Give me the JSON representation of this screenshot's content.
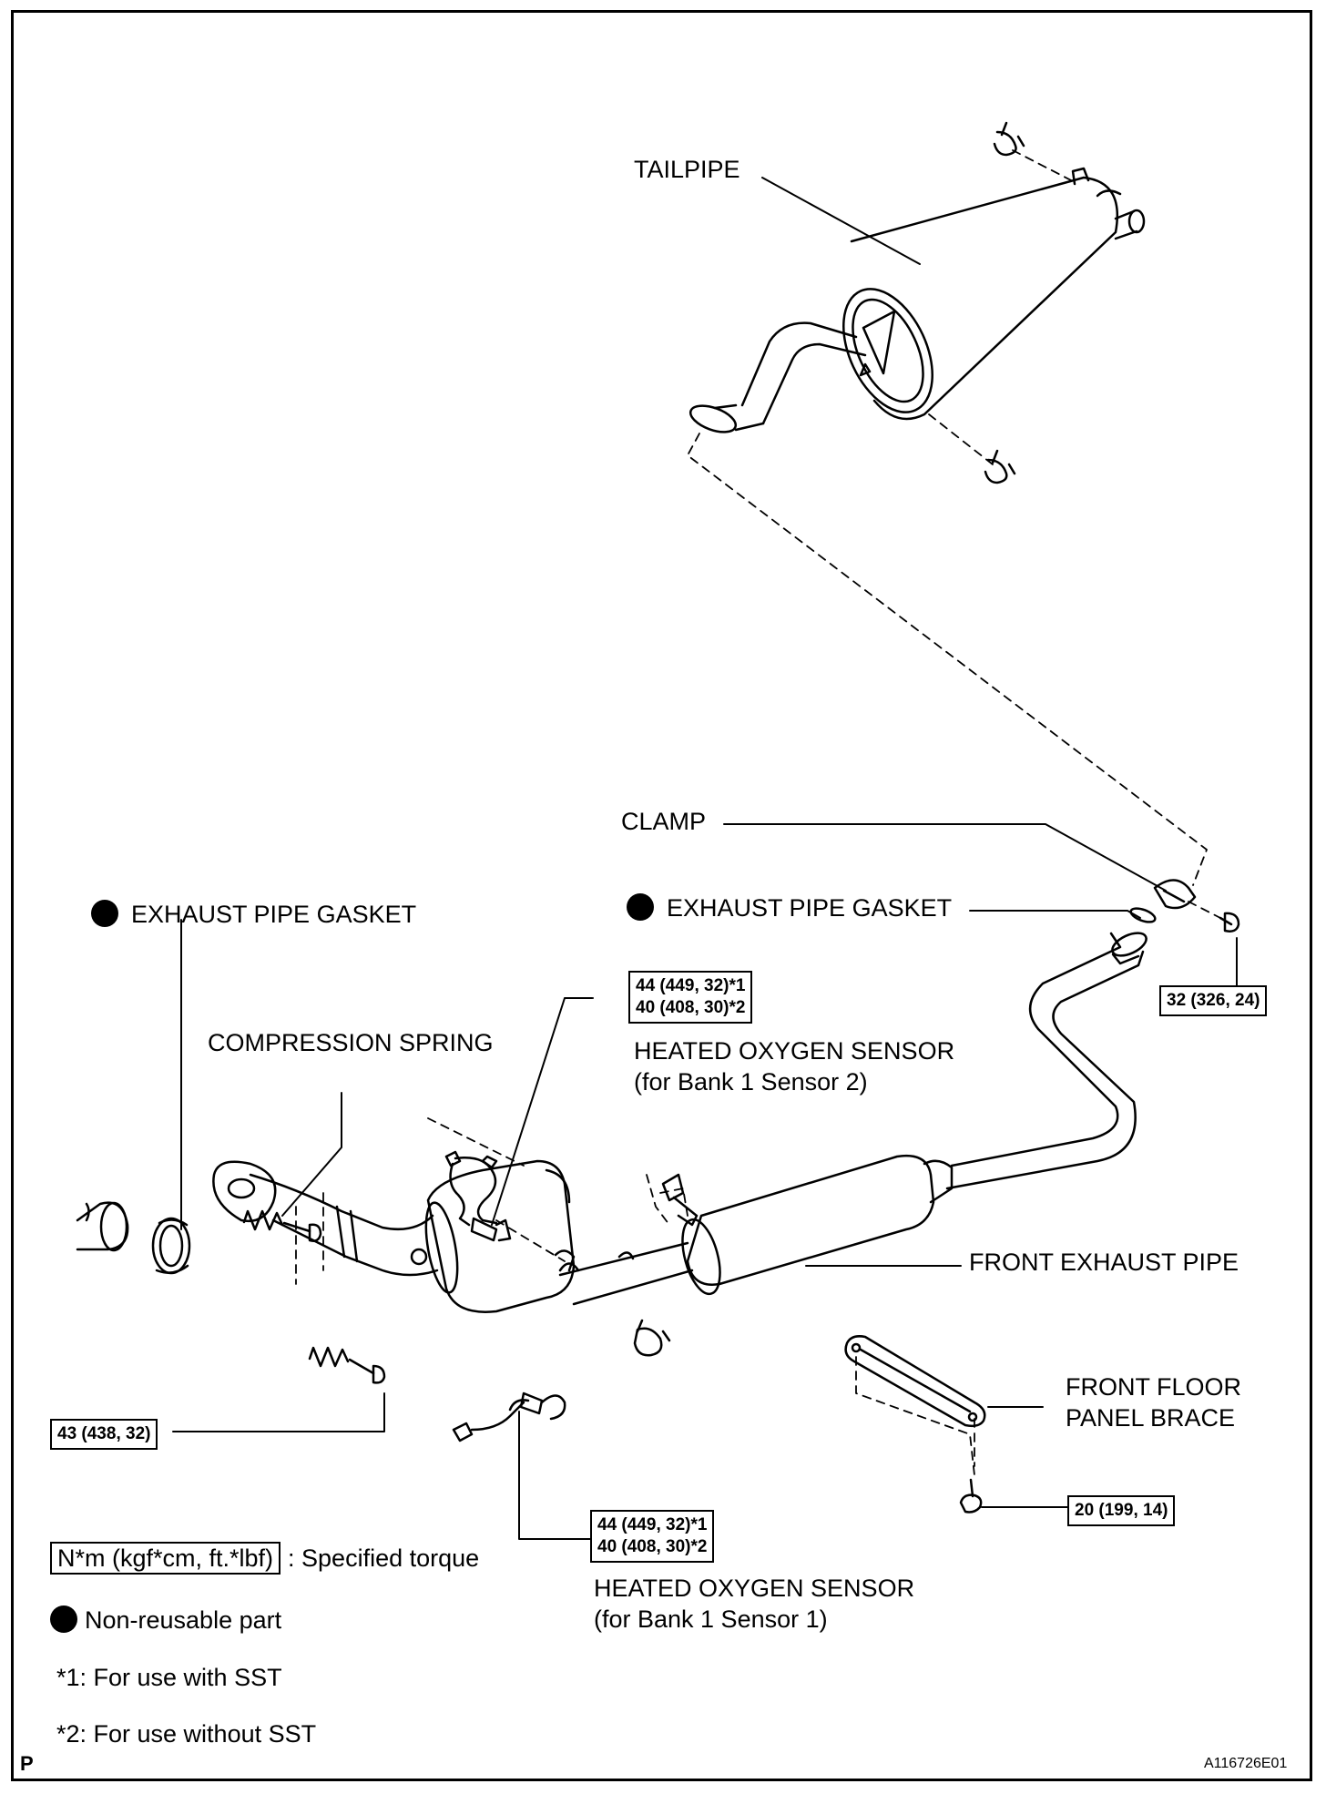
{
  "labels": {
    "tailpipe": "TAILPIPE",
    "clamp": "CLAMP",
    "gasket_right": "EXHAUST PIPE GASKET",
    "gasket_left": "EXHAUST PIPE GASKET",
    "compression_spring": "COMPRESSION SPRING",
    "hos_b1s2_name": "HEATED OXYGEN SENSOR",
    "hos_b1s2_sub": "(for Bank 1 Sensor 2)",
    "front_exhaust_pipe": "FRONT EXHAUST PIPE",
    "front_floor_brace_1": "FRONT FLOOR",
    "front_floor_brace_2": "PANEL BRACE",
    "hos_b1s1_name": "HEATED OXYGEN SENSOR",
    "hos_b1s1_sub": "(for Bank 1 Sensor 1)"
  },
  "torques": {
    "clamp_bolt": "32 (326, 24)",
    "sensor2_sst": "44 (449, 32)*1",
    "sensor2_nosst": "40 (408, 30)*2",
    "manifold_bolt": "43 (438, 32)",
    "sensor1_sst": "44 (449, 32)*1",
    "sensor1_nosst": "40 (408, 30)*2",
    "brace_bolt": "20 (199, 14)"
  },
  "legend": {
    "torque_unit": "N*m (kgf*cm, ft.*lbf)",
    "torque_desc": ": Specified torque",
    "non_reusable": "Non-reusable part",
    "note1": "*1: For use with SST",
    "note2": "*2: For use without SST"
  },
  "footer": {
    "page_mark": "P",
    "figure_id": "A116726E01"
  }
}
